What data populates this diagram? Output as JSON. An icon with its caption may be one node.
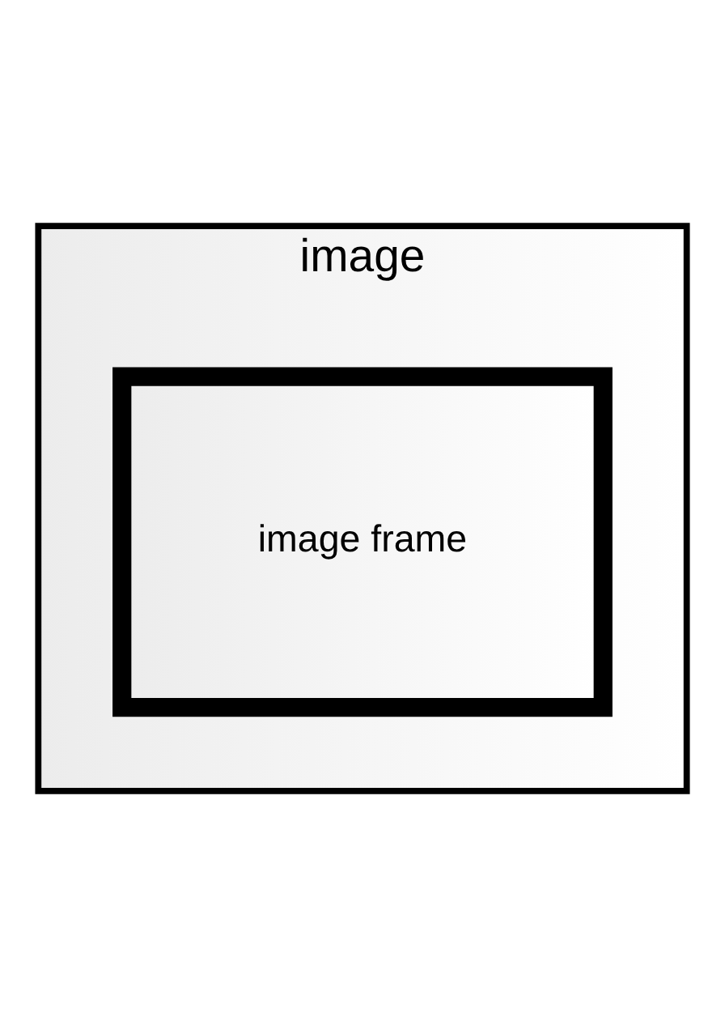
{
  "diagram": {
    "nodes": [
      {
        "text": [
          "image"
        ]
      },
      {
        "text": [
          "image frame"
        ],
        "in": 0
      }
    ]
  }
}
